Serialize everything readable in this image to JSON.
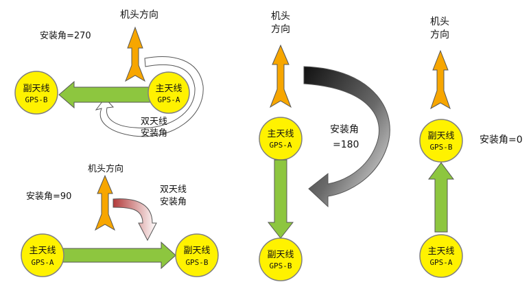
{
  "colors": {
    "node_fill": "#FFF200",
    "node_stroke": "#7F7F7F",
    "heading_arrow": "#F7A600",
    "antenna_arrow": "#8DC63F",
    "rotation_arrow_light": "#FFFFFF",
    "rotation_arrow_dark": "#1A1A1A",
    "rotation_arrow_red": "#B23A3A"
  },
  "panel_270": {
    "heading_label": "机头方向",
    "angle_label": "安装角=270",
    "rotation_label_line1": "双天线",
    "rotation_label_line2": "安装角",
    "master": {
      "line1": "主天线",
      "line2": "GPS-A"
    },
    "slave": {
      "line1": "副天线",
      "line2": "GPS-B"
    }
  },
  "panel_90": {
    "heading_label": "机头方向",
    "angle_label": "安装角=90",
    "rotation_label_line1": "双天线",
    "rotation_label_line2": "安装角",
    "master": {
      "line1": "主天线",
      "line2": "GPS-A"
    },
    "slave": {
      "line1": "副天线",
      "line2": "GPS-B"
    }
  },
  "panel_180": {
    "heading_label_line1": "机头",
    "heading_label_line2": "方向",
    "angle_label_line1": "安装角",
    "angle_label_line2": "=180",
    "master": {
      "line1": "主天线",
      "line2": "GPS-A"
    },
    "slave": {
      "line1": "副天线",
      "line2": "GPS-B"
    }
  },
  "panel_0": {
    "heading_label_line1": "机头",
    "heading_label_line2": "方向",
    "angle_label": "安装角=0",
    "master": {
      "line1": "主天线",
      "line2": "GPS-A"
    },
    "slave": {
      "line1": "副天线",
      "line2": "GPS-B"
    }
  }
}
